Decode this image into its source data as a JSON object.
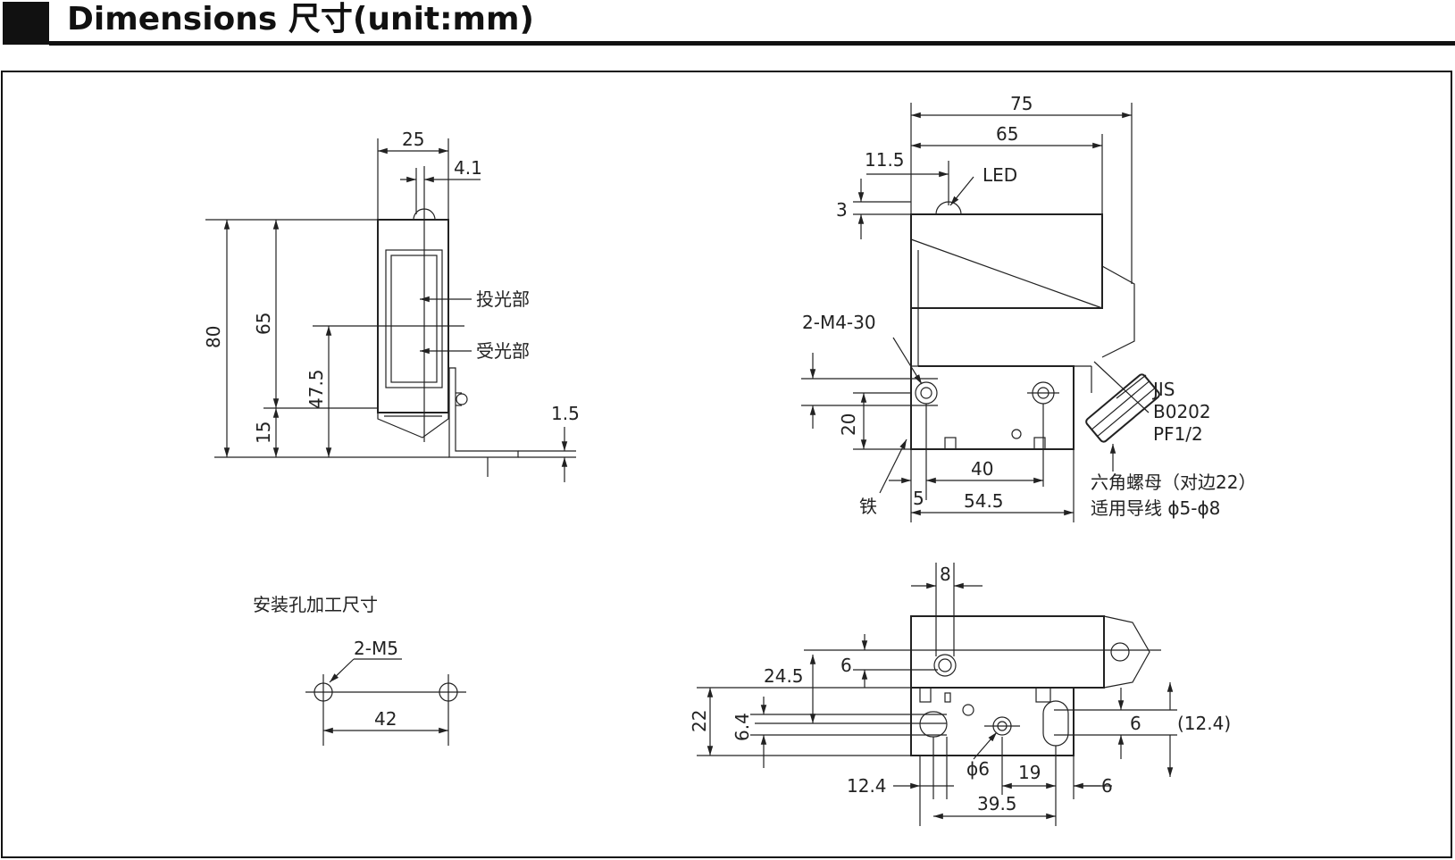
{
  "header": {
    "title": "Dimensions 尺寸(unit:mm)"
  },
  "front_view": {
    "dims": {
      "width": "25",
      "lens_offset": "4.1",
      "height": "80",
      "lens_height": "65",
      "center_height": "47.5",
      "base": "15",
      "bracket_thickness": "1.5"
    },
    "labels": {
      "emitter": "投光部",
      "receiver": "受光部"
    }
  },
  "side_view": {
    "dims": {
      "length_total": "75",
      "length_body": "65",
      "led_offset": "11.5",
      "led_height": "3",
      "hole_spacing_v": "20",
      "hole_spacing_h": "40",
      "edge": "5",
      "base_length": "54.5"
    },
    "labels": {
      "led": "LED",
      "screws": "2-M4-30",
      "iron": "铁",
      "thread_1": "JIS",
      "thread_2": "B0202",
      "thread_3": "PF1/2",
      "nut": "六角螺母（对边22）",
      "cable": "适用导线 ϕ5-ϕ8"
    }
  },
  "mounting": {
    "title": "安装孔加工尺寸",
    "hole_label": "2-M5",
    "spacing": "42"
  },
  "top_view": {
    "dims": {
      "top_w": "8",
      "top_h": "6",
      "a": "24.5",
      "b": "22",
      "c": "6.4",
      "d": "6",
      "e": "(12.4)",
      "hole": "ϕ6",
      "f": "19",
      "g": "12.4",
      "h": "6",
      "i": "39.5"
    }
  }
}
